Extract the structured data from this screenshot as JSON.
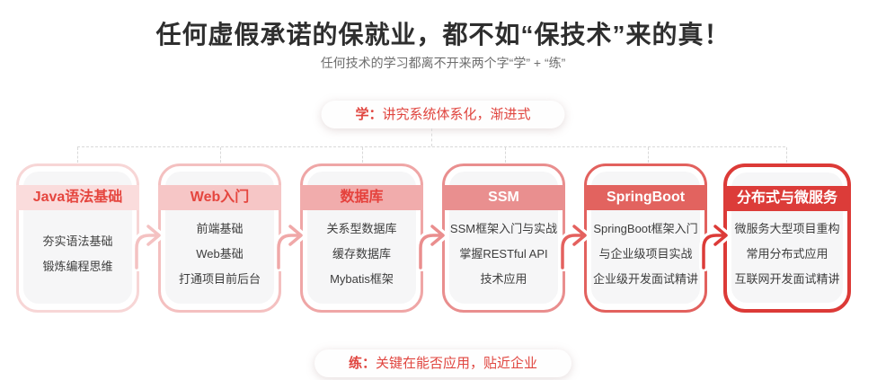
{
  "page": {
    "title": "任何虚假承诺的保就业，都不如“保技术”来的真！",
    "subtitle": "任何技术的学习都离不开来两个字“学” + “练”"
  },
  "learn_badge": {
    "prefix": "学：",
    "text": "讲究系统体系化，渐进式"
  },
  "practice_badge": {
    "prefix": "练：",
    "text": "关键在能否应用，贴近企业"
  },
  "colors": {
    "title_text": "#2e2e2e",
    "subtitle_text": "#6e6e6e",
    "badge_text": "#e0453f",
    "dashed_line": "#d9d9d9",
    "card_inner_bg": "#f6f6f7",
    "card_body_text": "#3d3d3d"
  },
  "cards": [
    {
      "title": "Java语法基础",
      "lines": [
        "夯实语法基础",
        "锻炼编程思维"
      ],
      "colors": {
        "border": "#f7d6d6",
        "header_bg": "#fadcdc",
        "header_text": "#e5463f"
      }
    },
    {
      "title": "Web入门",
      "lines": [
        "前端基础",
        "Web基础",
        "打通项目前后台"
      ],
      "colors": {
        "border": "#f4c0c0",
        "header_bg": "#f6c6c6",
        "header_text": "#e5463f"
      }
    },
    {
      "title": "数据库",
      "lines": [
        "关系型数据库",
        "缓存数据库",
        "Mybatis框架"
      ],
      "colors": {
        "border": "#efa6a6",
        "header_bg": "#f1acac",
        "header_text": "#e5413c"
      }
    },
    {
      "title": "SSM",
      "lines": [
        "SSM框架入门与实战",
        "掌握RESTful API",
        "技术应用"
      ],
      "colors": {
        "border": "#e98e8e",
        "header_bg": "#e98f8f",
        "header_text": "#ffffff"
      }
    },
    {
      "title": "SpringBoot",
      "lines": [
        "SpringBoot框架入门",
        "与企业级项目实战",
        "企业级开发面试精讲"
      ],
      "colors": {
        "border": "#e2615e",
        "header_bg": "#e2635f",
        "header_text": "#ffffff"
      }
    },
    {
      "title": "分布式与微服务",
      "lines": [
        "微服务大型项目重构",
        "常用分布式应用",
        "互联网开发面试精讲"
      ],
      "colors": {
        "border": "#dc3a37",
        "header_bg": "#dc3c39",
        "header_text": "#ffffff"
      }
    }
  ],
  "arrows": [
    {
      "color": "#f4c2c2"
    },
    {
      "color": "#f0a8a8"
    },
    {
      "color": "#ea8e8e"
    },
    {
      "color": "#e4615e"
    },
    {
      "color": "#dc3b38"
    }
  ]
}
